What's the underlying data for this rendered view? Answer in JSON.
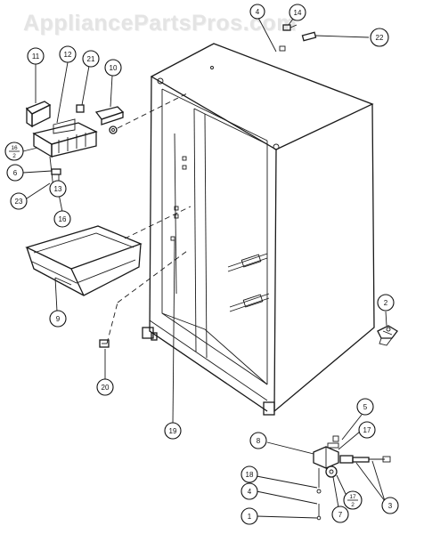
{
  "watermark": "AppliancePartsPros.com",
  "callouts": [
    {
      "id": "c11",
      "label": "11"
    },
    {
      "id": "c12",
      "label": "12"
    },
    {
      "id": "c21",
      "label": "21"
    },
    {
      "id": "c10",
      "label": "10"
    },
    {
      "id": "c4a",
      "label": "4"
    },
    {
      "id": "c14",
      "label": "14"
    },
    {
      "id": "c22",
      "label": "22"
    },
    {
      "id": "c16a",
      "label": "16",
      "sub": "2"
    },
    {
      "id": "c6",
      "label": "6"
    },
    {
      "id": "c13",
      "label": "13"
    },
    {
      "id": "c23",
      "label": "23"
    },
    {
      "id": "c16b",
      "label": "16"
    },
    {
      "id": "c9",
      "label": "9"
    },
    {
      "id": "c20",
      "label": "20"
    },
    {
      "id": "c19",
      "label": "19"
    },
    {
      "id": "c2",
      "label": "2"
    },
    {
      "id": "c5",
      "label": "5"
    },
    {
      "id": "c8",
      "label": "8"
    },
    {
      "id": "c17a",
      "label": "17"
    },
    {
      "id": "c18",
      "label": "18"
    },
    {
      "id": "c17b",
      "label": "17",
      "sub": "2"
    },
    {
      "id": "c4b",
      "label": "4"
    },
    {
      "id": "c3",
      "label": "3"
    },
    {
      "id": "c7",
      "label": "7"
    },
    {
      "id": "c1",
      "label": "1"
    }
  ]
}
